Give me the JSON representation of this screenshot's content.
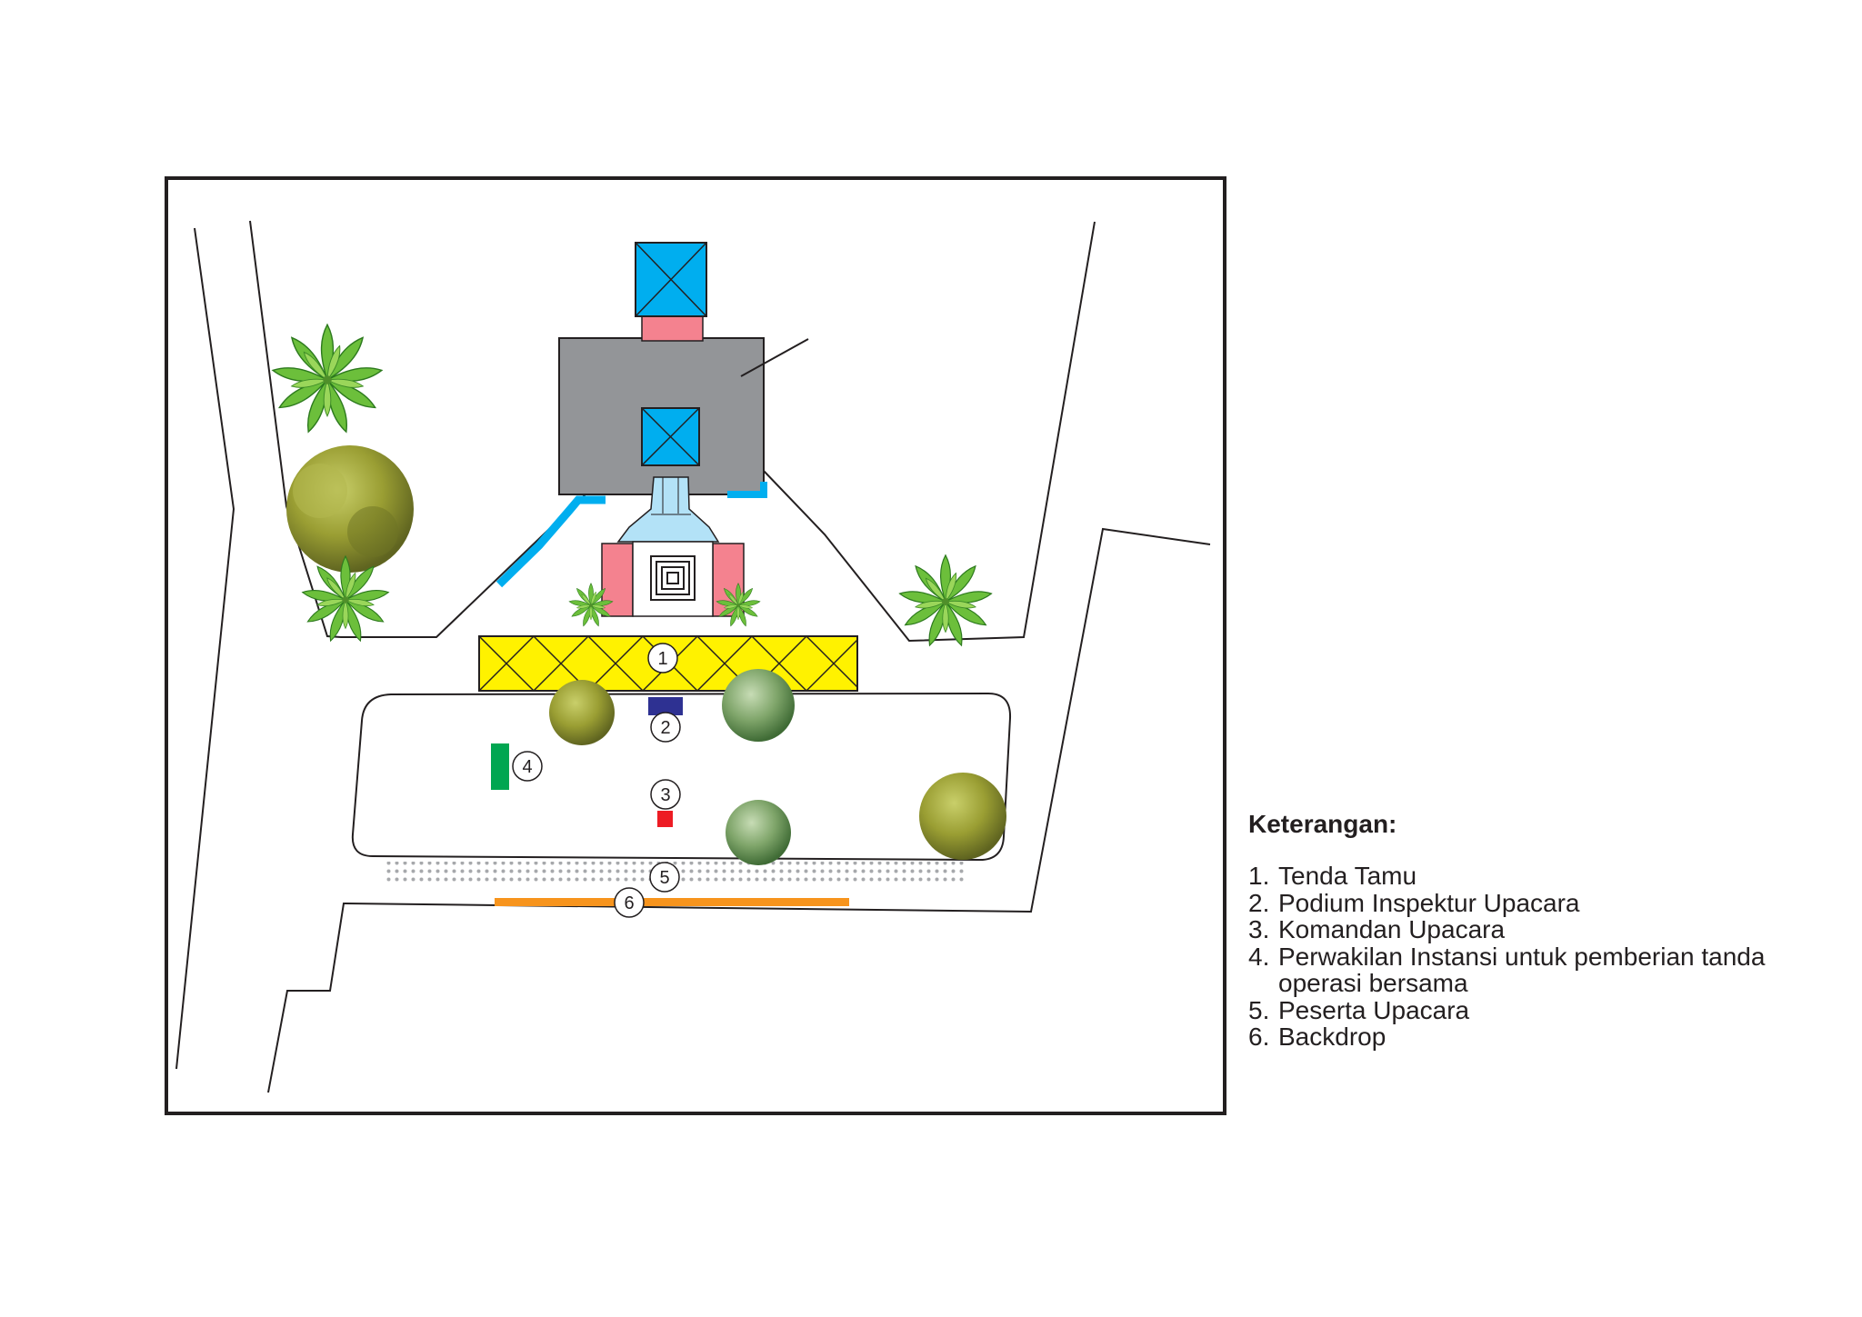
{
  "legend": {
    "title": "Keterangan:",
    "items": [
      {
        "num": "1.",
        "label": "Tenda Tamu"
      },
      {
        "num": "2.",
        "label": "Podium Inspektur Upacara"
      },
      {
        "num": "3.",
        "label": "Komandan Upacara"
      },
      {
        "num": "4.",
        "label": "Perwakilan Instansi untuk pemberian tanda operasi bersama"
      },
      {
        "num": "5.",
        "label": "Peserta Upacara"
      },
      {
        "num": "6.",
        "label": "Backdrop"
      }
    ]
  },
  "markers": [
    "1",
    "2",
    "3",
    "4",
    "5",
    "6"
  ],
  "colors": {
    "tenda_tamu": "#fff200",
    "podium": "#2e3192",
    "komandan": "#ed1c24",
    "perwakilan": "#00a651",
    "backdrop": "#f7941d",
    "roof_block": "#00aeef",
    "building": "#939598",
    "pink": "#f4828f"
  },
  "icons": [
    "palm-tree-icon",
    "shrub-icon"
  ]
}
